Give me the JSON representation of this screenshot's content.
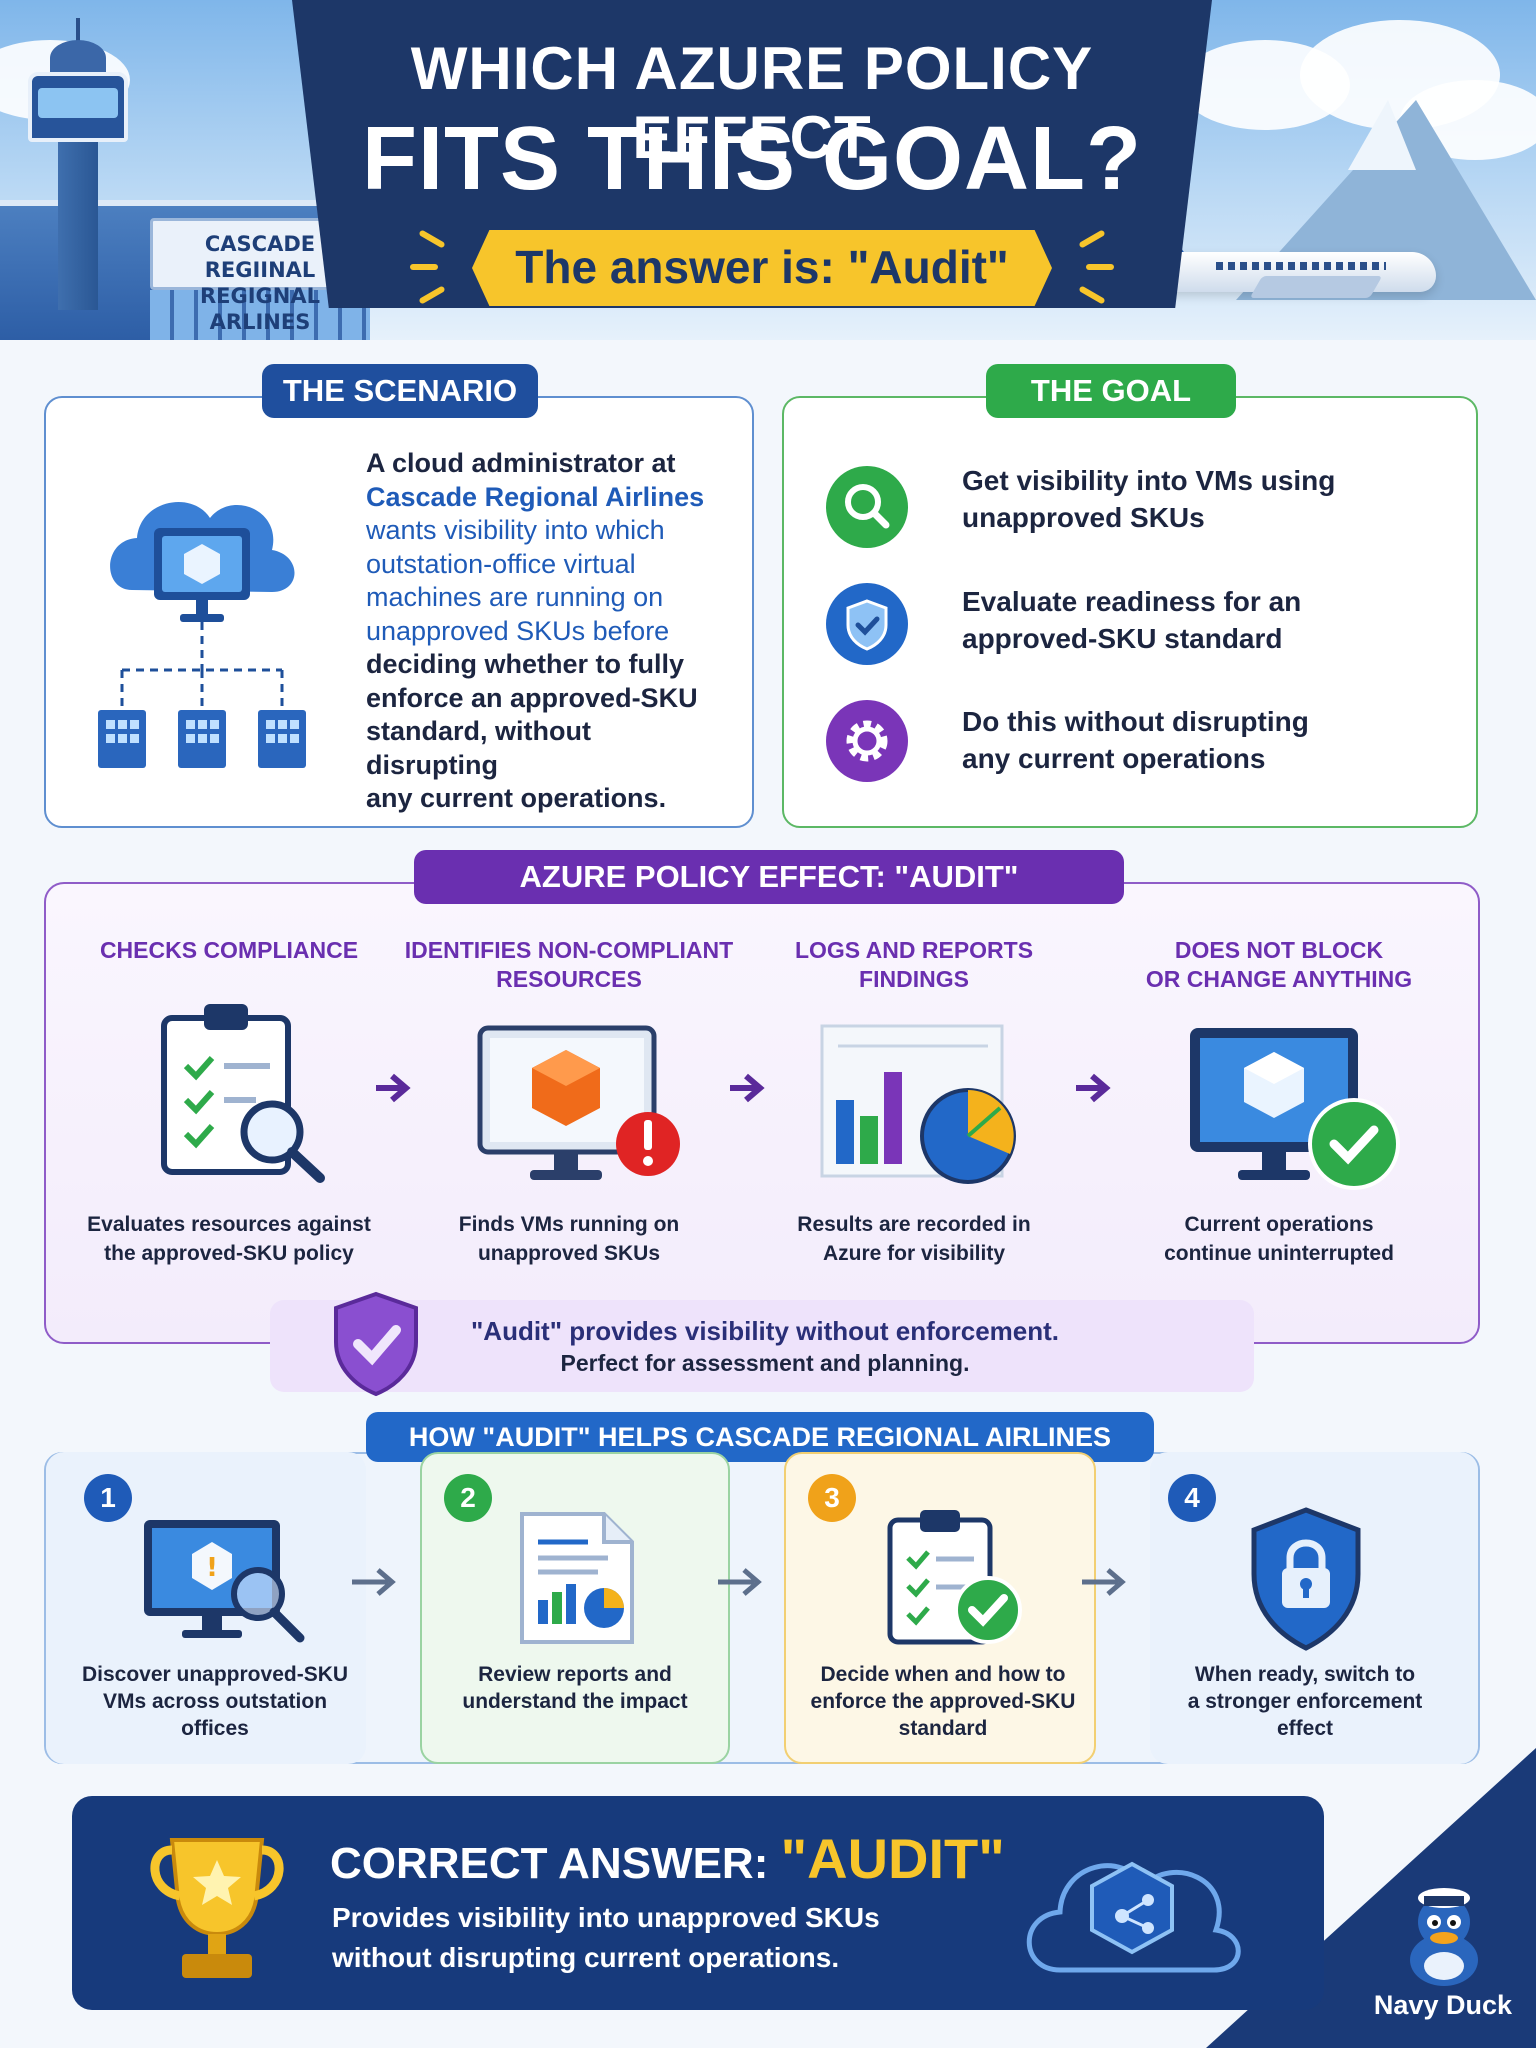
{
  "header": {
    "title_line1": "WHICH AZURE POLICY EFFECT",
    "title_line2": "FITS THIS GOAL?",
    "answer": "The answer is: \"Audit\"",
    "sign_line1": "CASCADE REGIINAL",
    "sign_line2": "REGIGNAL ARLINES"
  },
  "scenario": {
    "tag": "THE SCENARIO",
    "text_start": "A cloud administrator at",
    "company": "Cascade Regional Airlines",
    "text_mid1": "wants visibility into which",
    "text_mid2": "outstation-office virtual",
    "text_mid3": "machines are running on",
    "text_mid4": "unapproved SKUs before",
    "text_mid5": "deciding whether to fully",
    "text_mid6": "enforce an approved-SKU",
    "text_mid7": "standard, without disrupting",
    "text_mid8": "any current operations."
  },
  "goal": {
    "tag": "THE GOAL",
    "items": [
      {
        "line1": "Get visibility into VMs using",
        "line2": "unapproved SKUs",
        "icon": "search-icon",
        "color": "#2eaa4a"
      },
      {
        "line1": "Evaluate readiness for an",
        "line2": "approved-SKU standard",
        "icon": "shield-check-icon",
        "color": "#2268c8"
      },
      {
        "line1": "Do this without disrupting",
        "line2": "any current operations",
        "icon": "gear-icon",
        "color": "#7a35b8"
      }
    ]
  },
  "audit": {
    "tag": "AZURE POLICY EFFECT: \"AUDIT\"",
    "steps": [
      {
        "head1": "CHECKS COMPLIANCE",
        "head2": "",
        "cap1": "Evaluates resources against",
        "cap2": "the approved-SKU policy",
        "icon": "clipboard-search-icon"
      },
      {
        "head1": "IDENTIFIES NON-COMPLIANT",
        "head2": "RESOURCES",
        "cap1": "Finds VMs running on",
        "cap2": "unapproved SKUs",
        "icon": "monitor-alert-icon"
      },
      {
        "head1": "LOGS AND REPORTS",
        "head2": "FINDINGS",
        "cap1": "Results are recorded in",
        "cap2": "Azure for visibility",
        "icon": "report-chart-icon"
      },
      {
        "head1": "DOES NOT BLOCK",
        "head2": "OR CHANGE ANYTHING",
        "cap1": "Current operations",
        "cap2": "continue uninterrupted",
        "icon": "monitor-check-icon"
      }
    ],
    "callout1": "\"Audit\" provides visibility without enforcement.",
    "callout2": "Perfect for assessment and planning."
  },
  "help": {
    "tag": "HOW \"AUDIT\" HELPS CASCADE REGIONAL AIRLINES",
    "steps": [
      {
        "num": "1",
        "cap1": "Discover unapproved-SKU",
        "cap2": "VMs across outstation",
        "cap3": "offices",
        "color": "#1f5bb8",
        "bg": "#eaf2fc",
        "border": "#9cbde6",
        "icon": "monitor-search-icon"
      },
      {
        "num": "2",
        "cap1": "Review reports and",
        "cap2": "understand the impact",
        "cap3": "",
        "color": "#2eaa4a",
        "bg": "#eef8ee",
        "border": "#9ad3a2",
        "icon": "report-document-icon"
      },
      {
        "num": "3",
        "cap1": "Decide when and how to",
        "cap2": "enforce the approved-SKU",
        "cap3": "standard",
        "color": "#f0a21a",
        "bg": "#fdf7e6",
        "border": "#f2cf72",
        "icon": "clipboard-check-icon"
      },
      {
        "num": "4",
        "cap1": "When ready, switch to",
        "cap2": "a stronger enforcement",
        "cap3": "effect",
        "color": "#1f5bb8",
        "bg": "#eaf2fc",
        "border": "#9cbde6",
        "icon": "lock-shield-icon"
      }
    ]
  },
  "bottom": {
    "label": "CORRECT ANSWER:",
    "answer": "\"AUDIT\"",
    "line1": "Provides visibility into unapproved SKUs",
    "line2": "without disrupting current operations."
  },
  "brand": "Navy Duck"
}
